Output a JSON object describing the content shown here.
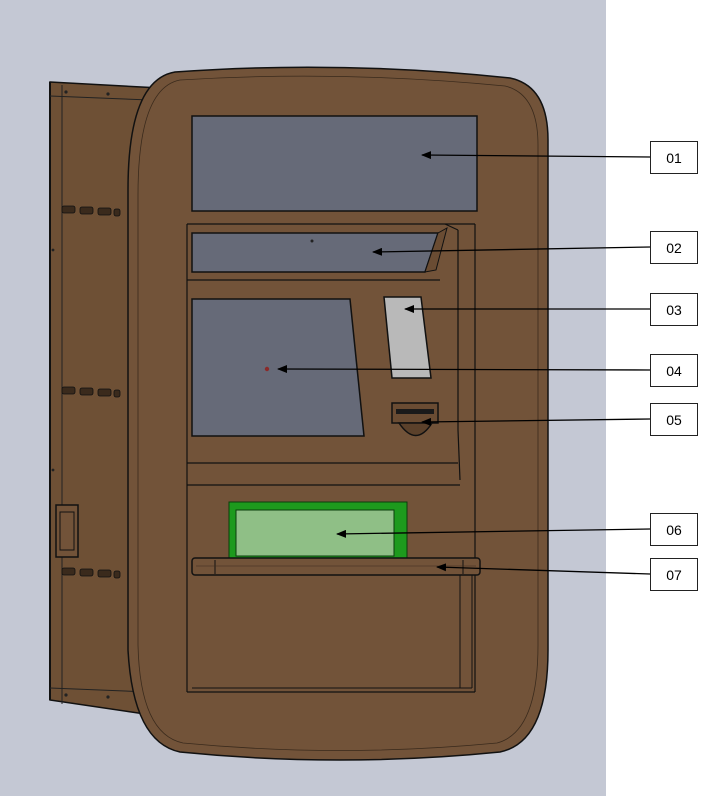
{
  "colors": {
    "background": "#c4c8d4",
    "page": "#ffffff",
    "body_fill": "#725339",
    "side_fill": "#6e5035",
    "outline": "#111111",
    "screen_fill": "#666a78",
    "card_slot_fill": "#b9b9b9",
    "tray_green": "#1d9a1d",
    "tray_inner": "#8fbf86"
  },
  "callouts": [
    {
      "id": "01",
      "label": "01",
      "part": "top-display-icon"
    },
    {
      "id": "02",
      "label": "02",
      "part": "angled-panel-icon"
    },
    {
      "id": "03",
      "label": "03",
      "part": "card-reader-icon"
    },
    {
      "id": "04",
      "label": "04",
      "part": "main-screen-icon"
    },
    {
      "id": "05",
      "label": "05",
      "part": "receipt-printer-icon"
    },
    {
      "id": "06",
      "label": "06",
      "part": "dispenser-tray-icon"
    },
    {
      "id": "07",
      "label": "07",
      "part": "shelf-icon"
    }
  ]
}
